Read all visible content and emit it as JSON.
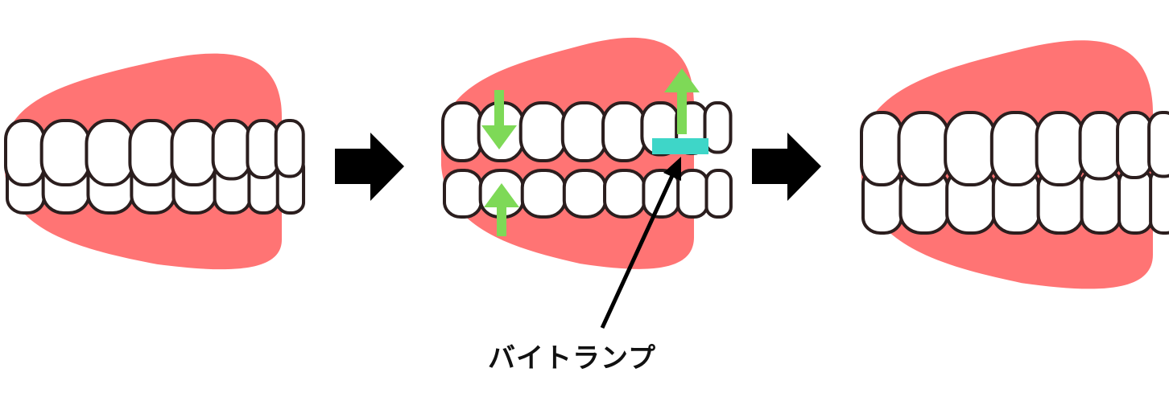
{
  "diagram": {
    "label": "バイトランプ",
    "colors": {
      "gum": "#FF7474",
      "tooth": "#FFFFFF",
      "outline": "#2B1E1E",
      "green_arrow": "#7ED957",
      "bite_ramp": "#3ED6C8",
      "arrow": "#000000"
    },
    "steps": [
      "before",
      "with-bite-ramp",
      "after"
    ]
  }
}
